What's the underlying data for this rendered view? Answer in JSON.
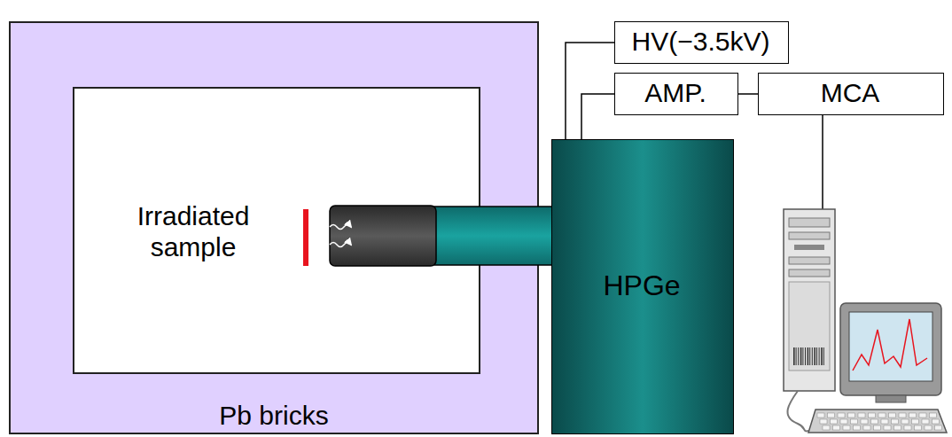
{
  "diagram": {
    "nodes": [
      {
        "text": [
          "Pb bricks"
        ]
      },
      {
        "text": [
          "HPGe"
        ]
      },
      {
        "text": [
          "HV(−3.5kV)"
        ]
      },
      {
        "text": [
          "AMP."
        ]
      },
      {
        "text": [
          "MCA"
        ]
      }
    ],
    "edges": [
      {
        "from": 2,
        "to": 1,
        "arrow": "none"
      },
      {
        "from": 3,
        "to": 1,
        "arrow": "none"
      },
      {
        "from": 3,
        "to": 4,
        "arrow": "none"
      }
    ],
    "labels": [
      "Irradiated sample"
    ]
  }
}
